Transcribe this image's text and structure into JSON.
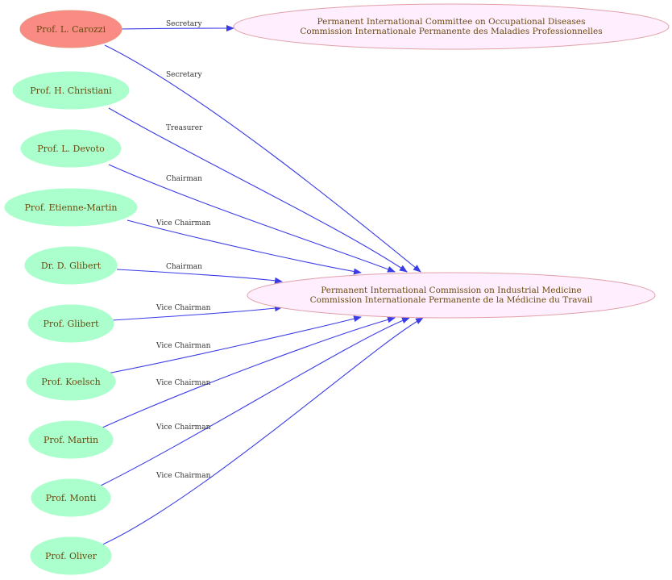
{
  "colors": {
    "highlight_fill": "#fa8a84",
    "highlight_stroke": "#e8967f",
    "person_fill": "#aaffcc",
    "org_fill": "#ffeefe",
    "org_stroke": "#e0a0a8",
    "edge": "#3b3be8",
    "text": "#6b4a10"
  },
  "people": [
    {
      "id": "carozzi",
      "label": "Prof. L. Carozzi",
      "highlight": true
    },
    {
      "id": "christiani",
      "label": "Prof. H. Christiani"
    },
    {
      "id": "devoto",
      "label": "Prof. L. Devoto"
    },
    {
      "id": "etienne",
      "label": "Prof. Etienne-Martin"
    },
    {
      "id": "dglibert",
      "label": "Dr. D. Glibert"
    },
    {
      "id": "glibert",
      "label": "Prof. Glibert"
    },
    {
      "id": "koelsch",
      "label": "Prof. Koelsch"
    },
    {
      "id": "martin",
      "label": "Prof. Martin"
    },
    {
      "id": "monti",
      "label": "Prof. Monti"
    },
    {
      "id": "oliver",
      "label": "Prof. Oliver"
    }
  ],
  "organizations": [
    {
      "id": "pico",
      "lines": [
        "Permanent International Committee on Occupational Diseases",
        "Commission Internationale Permanente des Maladies Professionnelles"
      ]
    },
    {
      "id": "picm",
      "lines": [
        "Permanent International Commission on Industrial Medicine",
        "Commission Internationale Permanente de la Médicine du Travail"
      ]
    }
  ],
  "edges": [
    {
      "from": "carozzi",
      "to": "pico",
      "label": "Secretary"
    },
    {
      "from": "carozzi",
      "to": "picm",
      "label": "Secretary"
    },
    {
      "from": "christiani",
      "to": "picm",
      "label": "Treasurer"
    },
    {
      "from": "devoto",
      "to": "picm",
      "label": "Chairman"
    },
    {
      "from": "etienne",
      "to": "picm",
      "label": "Vice Chairman"
    },
    {
      "from": "dglibert",
      "to": "picm",
      "label": "Chairman"
    },
    {
      "from": "glibert",
      "to": "picm",
      "label": "Vice Chairman"
    },
    {
      "from": "koelsch",
      "to": "picm",
      "label": "Vice Chairman"
    },
    {
      "from": "martin",
      "to": "picm",
      "label": "Vice Chairman"
    },
    {
      "from": "monti",
      "to": "picm",
      "label": "Vice Chairman"
    },
    {
      "from": "oliver",
      "to": "picm",
      "label": "Vice Chairman"
    }
  ]
}
